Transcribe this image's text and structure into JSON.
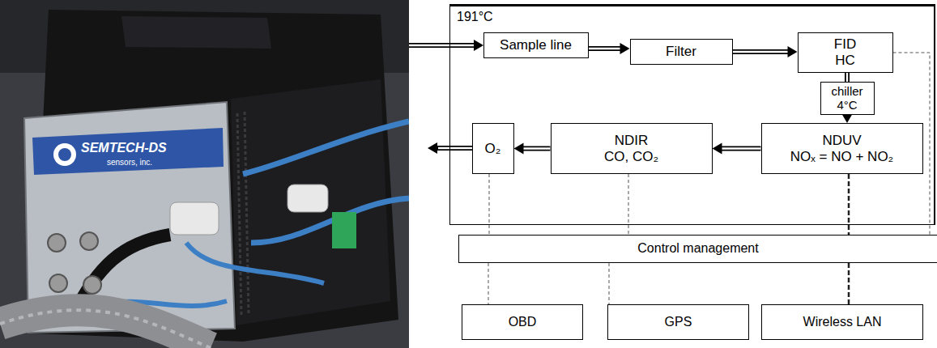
{
  "diagram": {
    "nodes": [
      {
        "text": [
          "191°C"
        ]
      },
      {
        "text": [
          "Sample line"
        ],
        "in": 0
      },
      {
        "text": [
          "Filter"
        ],
        "in": 0
      },
      {
        "text": [
          "FID",
          "HC"
        ],
        "in": 0
      },
      {
        "text": [
          "chiller",
          "4°C"
        ],
        "in": 0
      },
      {
        "text": [
          "NDUV",
          "NOₓ = NO + NO₂"
        ],
        "in": 0
      },
      {
        "text": [
          "NDIR",
          "CO, CO₂"
        ],
        "in": 0
      },
      {
        "text": [
          "O₂"
        ],
        "in": 0
      },
      {
        "text": [
          "Control management"
        ]
      },
      {
        "text": [
          "OBD"
        ]
      },
      {
        "text": [
          "GPS"
        ]
      },
      {
        "text": [
          "Wireless LAN"
        ]
      }
    ],
    "edges": [
      {
        "from": 1,
        "to": 2,
        "arrow": "to"
      },
      {
        "from": 2,
        "to": 3,
        "arrow": "to"
      },
      {
        "from": 3,
        "to": 4,
        "arrow": "none"
      },
      {
        "from": 4,
        "to": 5,
        "arrow": "to"
      },
      {
        "from": 5,
        "to": 6,
        "arrow": "to"
      },
      {
        "from": 6,
        "to": 7,
        "arrow": "to"
      },
      {
        "from": 3,
        "to": 8,
        "arrow": "none"
      },
      {
        "from": 5,
        "to": 8,
        "arrow": "none"
      },
      {
        "from": 6,
        "to": 8,
        "arrow": "none"
      },
      {
        "from": 7,
        "to": 8,
        "arrow": "none"
      },
      {
        "from": 8,
        "to": 9,
        "arrow": "none"
      },
      {
        "from": 8,
        "to": 10,
        "arrow": "none"
      },
      {
        "from": 8,
        "to": 11,
        "arrow": "none"
      }
    ],
    "labels": [
      "SEMTECH-DS",
      "sensors, inc."
    ]
  }
}
